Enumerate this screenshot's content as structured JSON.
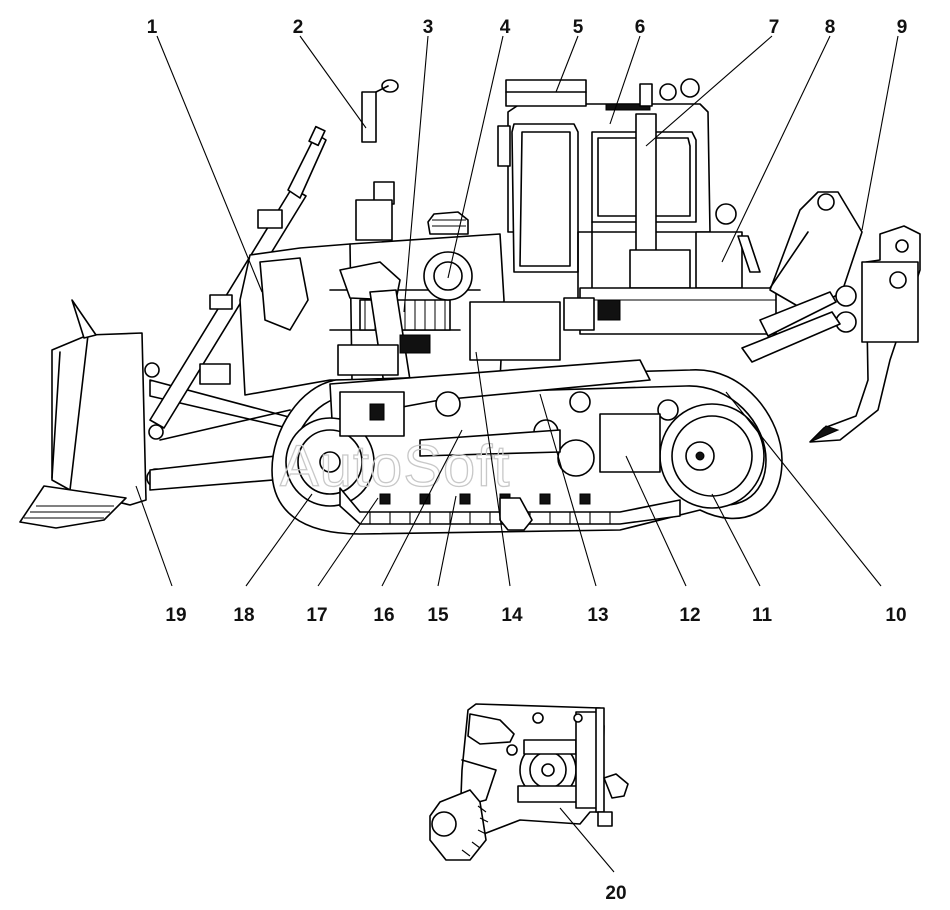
{
  "labels": {
    "c1": "1",
    "c2": "2",
    "c3": "3",
    "c4": "4",
    "c5": "5",
    "c6": "6",
    "c7": "7",
    "c8": "8",
    "c9": "9",
    "c10": "10",
    "c11": "11",
    "c12": "12",
    "c13": "13",
    "c14": "14",
    "c15": "15",
    "c16": "16",
    "c17": "17",
    "c18": "18",
    "c19": "19",
    "c20": "20"
  },
  "watermark": "AutoSoft"
}
